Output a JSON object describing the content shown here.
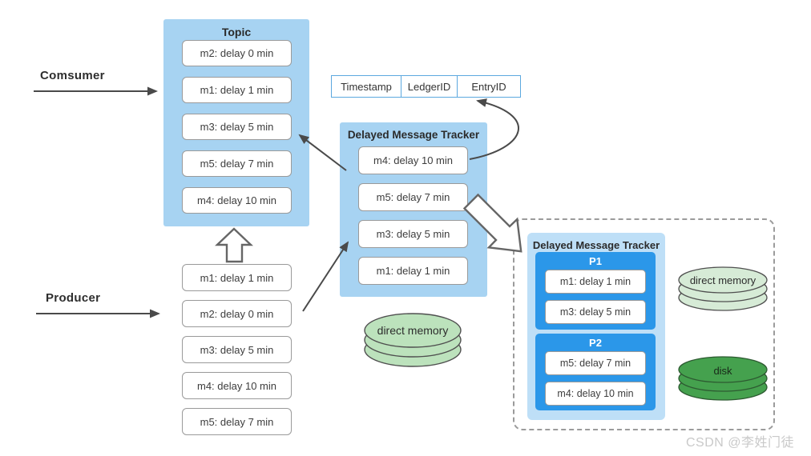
{
  "labels": {
    "consumer": "Comsumer",
    "producer": "Producer"
  },
  "topic": {
    "title": "Topic",
    "messages": [
      "m2: delay 0 min",
      "m1: delay 1 min",
      "m3: delay 5 min",
      "m5: delay 7 min",
      "m4: delay 10 min"
    ]
  },
  "producer_queue": {
    "messages": [
      "m1: delay 1 min",
      "m2: delay 0 min",
      "m3: delay 5 min",
      "m4: delay 10 min",
      "m5: delay 7 min"
    ]
  },
  "index_table": {
    "columns": [
      "Timestamp",
      "LedgerID",
      "EntryID"
    ]
  },
  "tracker": {
    "title": "Delayed Message Tracker",
    "messages": [
      "m4: delay 10 min",
      "m5: delay 7 min",
      "m3: delay 5 min",
      "m1: delay 1 min"
    ]
  },
  "partitioned_tracker": {
    "title": "Delayed Message Tracker",
    "partitions": [
      {
        "name": "P1",
        "messages": [
          "m1: delay 1 min",
          "m3: delay 5 min"
        ]
      },
      {
        "name": "P2",
        "messages": [
          "m5: delay 7 min",
          "m4: delay 10 min"
        ]
      }
    ]
  },
  "storage": {
    "tracker_memory": "direct memory",
    "partitioned_memory": "direct memory",
    "disk": "disk"
  },
  "watermark": "CSDN @李姓门徒",
  "colors": {
    "panel_blue": "#a7d3f2",
    "outer_panel_blue": "#bedff7",
    "partition_blue": "#2b97e9",
    "table_border_blue": "#5ca8df",
    "message_border_gray": "#9a9a9a",
    "memory_green": "#bce2bc",
    "memory_green_light": "#d6ebd6",
    "disk_green": "#45a14e",
    "arrow_gray": "#4a4a4a",
    "dashed_gray": "#9b9b9b"
  }
}
